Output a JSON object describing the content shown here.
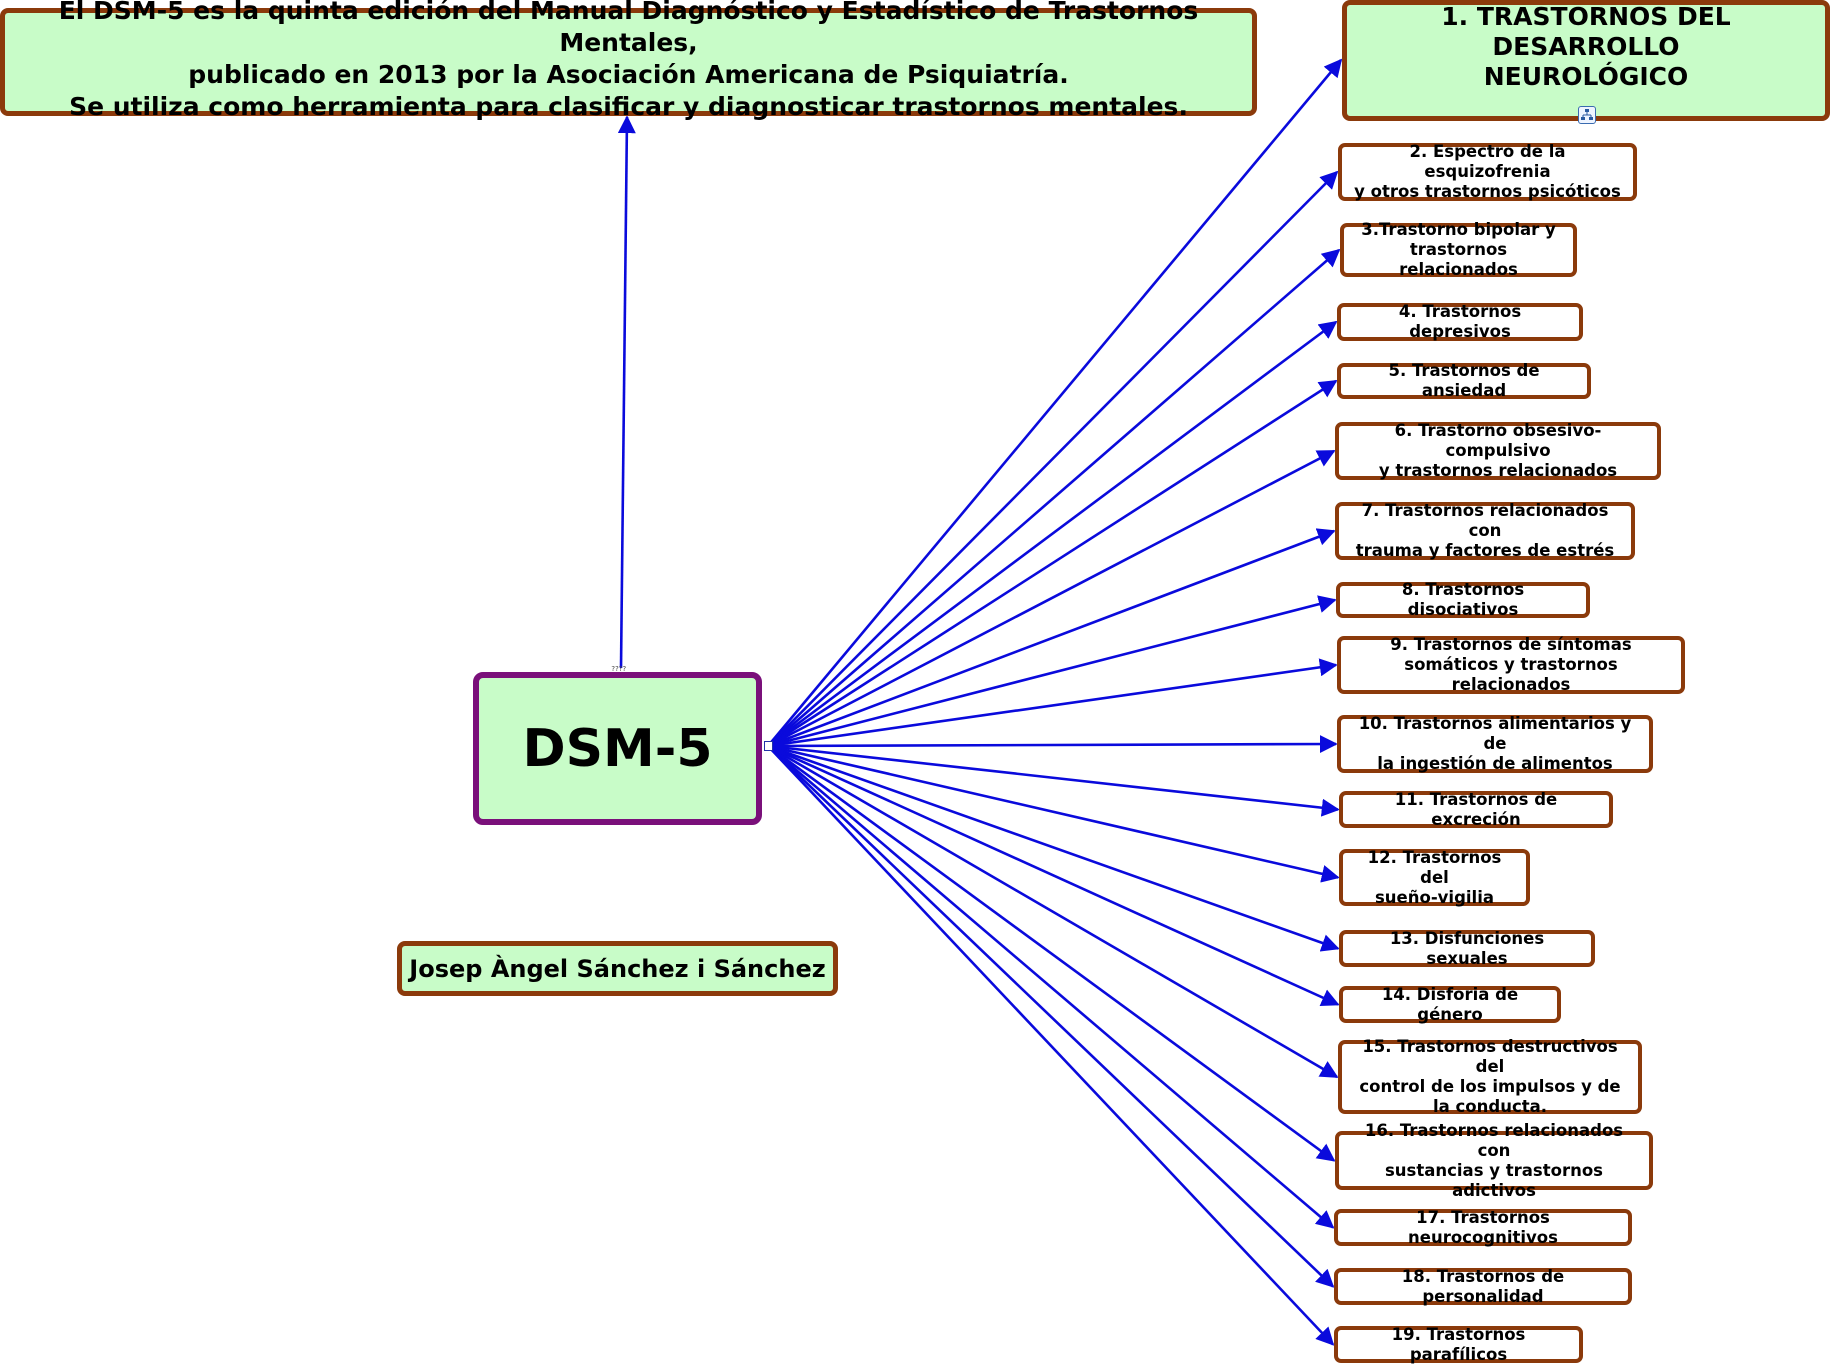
{
  "diagram": {
    "type": "concept-map",
    "line_color": "#0a0adc",
    "node_fill_green": "#c8fcc8",
    "node_border_brown": "#8b3a0b",
    "node_border_purple": "#7a107a"
  },
  "info": {
    "text": "El DSM-5 es la quinta edición del Manual Diagnóstico y Estadístico de Trastornos Mentales,\npublicado en 2013 por la Asociación Americana de Psiquiatría.\nSe utiliza como herramienta para clasificar y diagnosticar trastornos mentales."
  },
  "center": {
    "label": "DSM-5",
    "tiny_label": "????"
  },
  "author": {
    "label": "Josep Àngel Sánchez i Sánchez"
  },
  "categories": [
    {
      "label": "1. TRASTORNOS DEL DESARROLLO\nNEUROLÓGICO",
      "icon": "submap-icon"
    },
    {
      "label": "2. Espectro de la esquizofrenia\ny otros trastornos psicóticos"
    },
    {
      "label": "3.Trastorno bipolar y\ntrastornos relacionados"
    },
    {
      "label": "4. Trastornos depresivos"
    },
    {
      "label": "5. Trastornos de ansiedad"
    },
    {
      "label": "6. Trastorno obsesivo-compulsivo\ny trastornos relacionados"
    },
    {
      "label": "7. Trastornos relacionados con\ntrauma y factores de estrés"
    },
    {
      "label": "8. Trastornos disociativos"
    },
    {
      "label": "9. Trastornos de síntomas\nsomáticos y trastornos relacionados"
    },
    {
      "label": "10. Trastornos alimentarios y de\nla ingestión de alimentos"
    },
    {
      "label": "11. Trastornos de excreción"
    },
    {
      "label": "12. Trastornos del\nsueño-vigilia"
    },
    {
      "label": "13. Disfunciones sexuales"
    },
    {
      "label": "14. Disforia de género"
    },
    {
      "label": "15. Trastornos destructivos del\ncontrol de los impulsos y de\nla conducta."
    },
    {
      "label": "16. Trastornos relacionados con\nsustancias y trastornos adictivos"
    },
    {
      "label": "17. Trastornos neurocognitivos"
    },
    {
      "label": "18. Trastornos de personalidad"
    },
    {
      "label": "19. Trastornos parafílicos"
    }
  ]
}
